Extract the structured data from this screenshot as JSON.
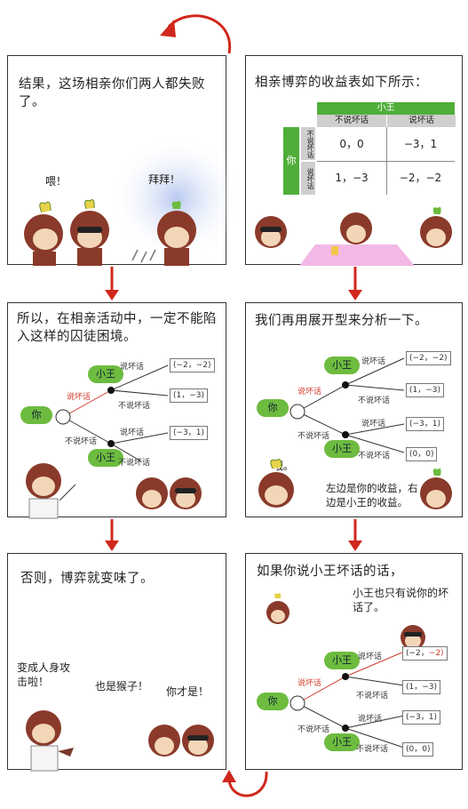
{
  "panel1": {
    "caption": "结果，这场相亲你们两人都失败了。",
    "bubble_hey": "喂！",
    "bubble_bye": "拜拜！"
  },
  "panel2": {
    "caption": "相亲博弈的收益表如下所示：",
    "table": {
      "col_player": "小王",
      "row_player": "你",
      "col_headers": [
        "不说坏话",
        "说坏话"
      ],
      "row_headers": [
        "不说坏话",
        "说坏话"
      ],
      "cells": [
        [
          "0，0",
          "−3，1"
        ],
        [
          "1，−3",
          "−2，−2"
        ]
      ]
    }
  },
  "panel3": {
    "caption": "所以，在相亲活动中，一定不能陷入这样的囚徒困境。",
    "tree": {
      "root": "你",
      "node": "小王",
      "branch_bad": "说坏话",
      "branch_notbad": "不说坏话",
      "payoffs": [
        "(−2，−2)",
        "(1，−3)",
        "(−3，1)"
      ]
    }
  },
  "panel4": {
    "caption": "我们再用展开型来分析一下。",
    "tree": {
      "root": "你",
      "node": "小王",
      "branch_bad": "说坏话",
      "branch_notbad": "不说坏话",
      "payoffs": [
        "(−2，−2)",
        "(1，−3)",
        "(−3，1)",
        "(0，0)"
      ]
    },
    "bubble_oh": "哦。",
    "note": "左边是你的收益，右边是小王的收益。"
  },
  "panel5": {
    "caption": "否则，博弈就变味了。",
    "bubble_attack": "变成人身攻击啦！",
    "bubble_monkey": "也是猴子！",
    "bubble_you": "你才是！"
  },
  "panel6": {
    "caption": "如果你说小王坏话的话，",
    "bubble": "小王也只有说你的坏话了。",
    "tree": {
      "root": "你",
      "node": "小王",
      "branch_bad": "说坏话",
      "branch_notbad": "不说坏话",
      "payoffs": [
        "(−2，",
        "−2)",
        "(1，−3)",
        "(−3，1)",
        "(0，0)"
      ]
    }
  }
}
